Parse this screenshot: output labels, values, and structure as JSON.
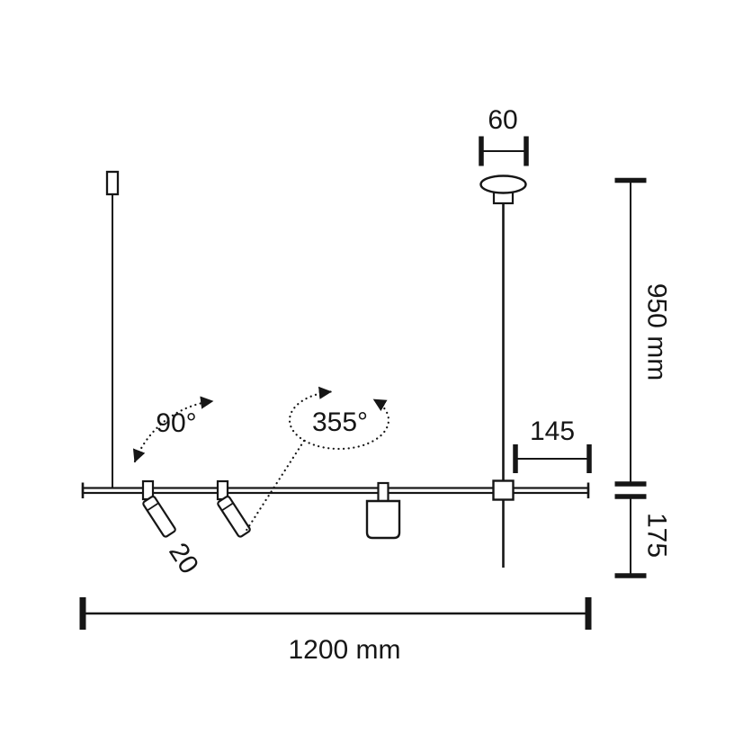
{
  "diagram": {
    "labels": {
      "canopy_width": "60",
      "suspension_height": "950 mm",
      "rod_offset": "145",
      "fixture_drop": "175",
      "bar_length": "1200 mm",
      "tilt_range": "90°",
      "rotation_range": "355°",
      "spot_diameter": "20"
    },
    "colors": {
      "line": "#161616",
      "background": "#ffffff"
    }
  }
}
